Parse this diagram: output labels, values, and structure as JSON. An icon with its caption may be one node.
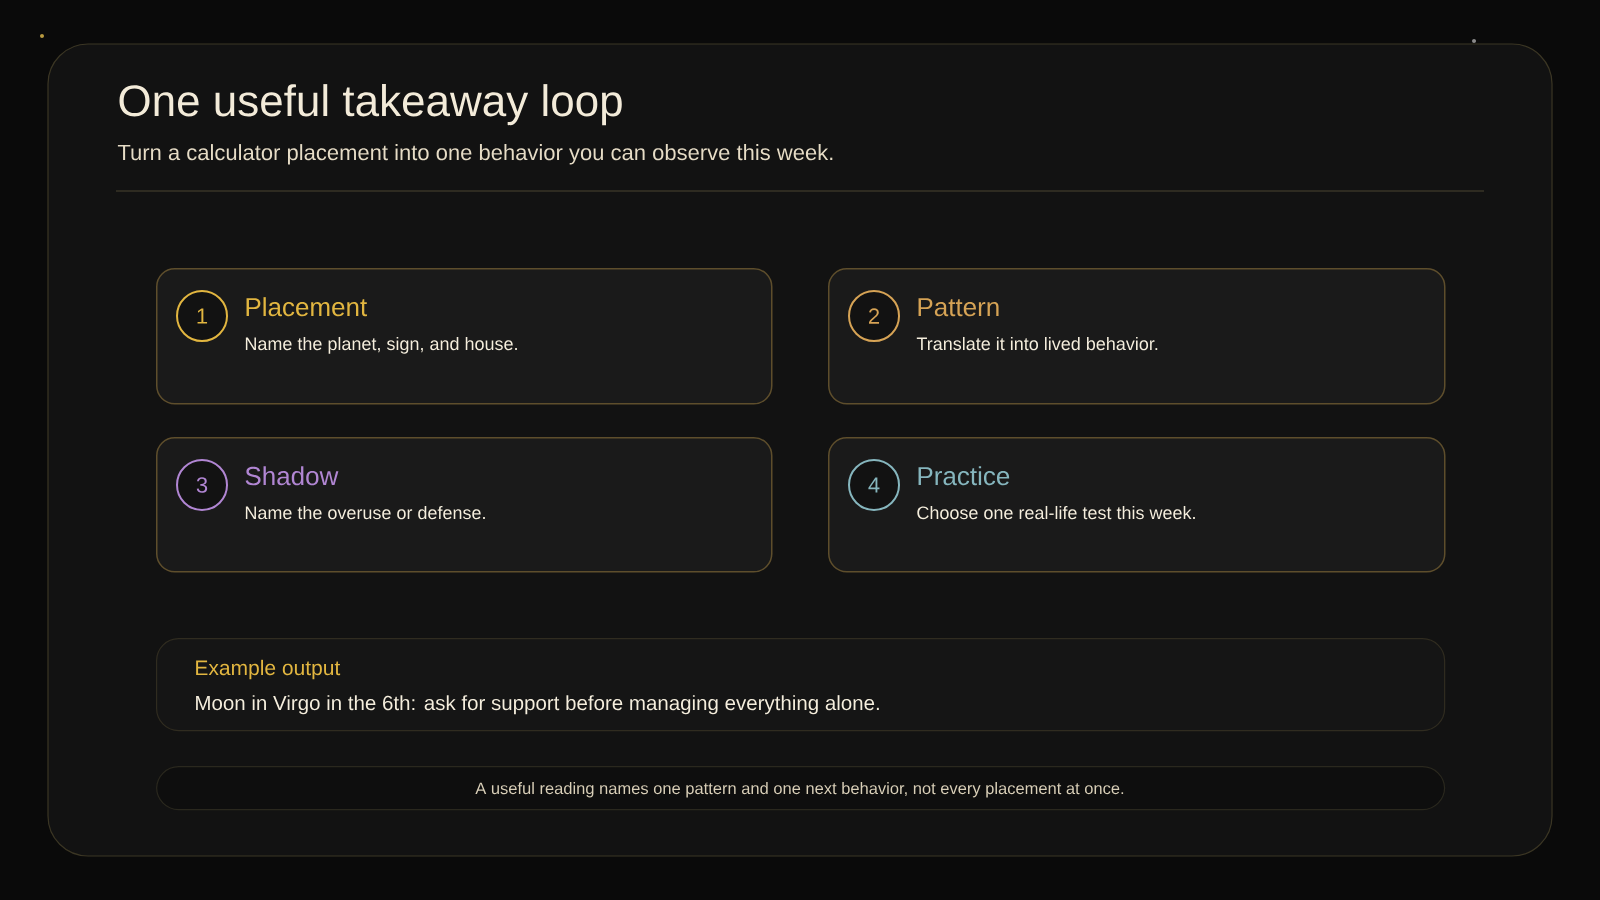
{
  "diagram": {
    "title": "One useful takeaway loop",
    "nodes": [
      {
        "text": [
          "Placement",
          "Name the planet, sign, and house."
        ]
      },
      {
        "text": [
          "1"
        ],
        "in": 0
      },
      {
        "text": [
          "Pattern",
          "Translate it into lived behavior."
        ]
      },
      {
        "text": [
          "2"
        ],
        "in": 2
      },
      {
        "text": [
          "Shadow",
          "Name the overuse or defense."
        ]
      },
      {
        "text": [
          "3"
        ],
        "in": 4
      },
      {
        "text": [
          "Practice",
          "Choose one real-life test this week."
        ]
      },
      {
        "text": [
          "4"
        ],
        "in": 6
      },
      {
        "text": [
          "Example output",
          "Moon in Virgo in the 6th: ask for support before managing everything alone."
        ]
      },
      {
        "text": [
          "A useful reading names one pattern and one next behavior, not every placement at once."
        ]
      }
    ],
    "labels": [
      "Turn a calculator placement into one behavior you can observe this week."
    ]
  }
}
